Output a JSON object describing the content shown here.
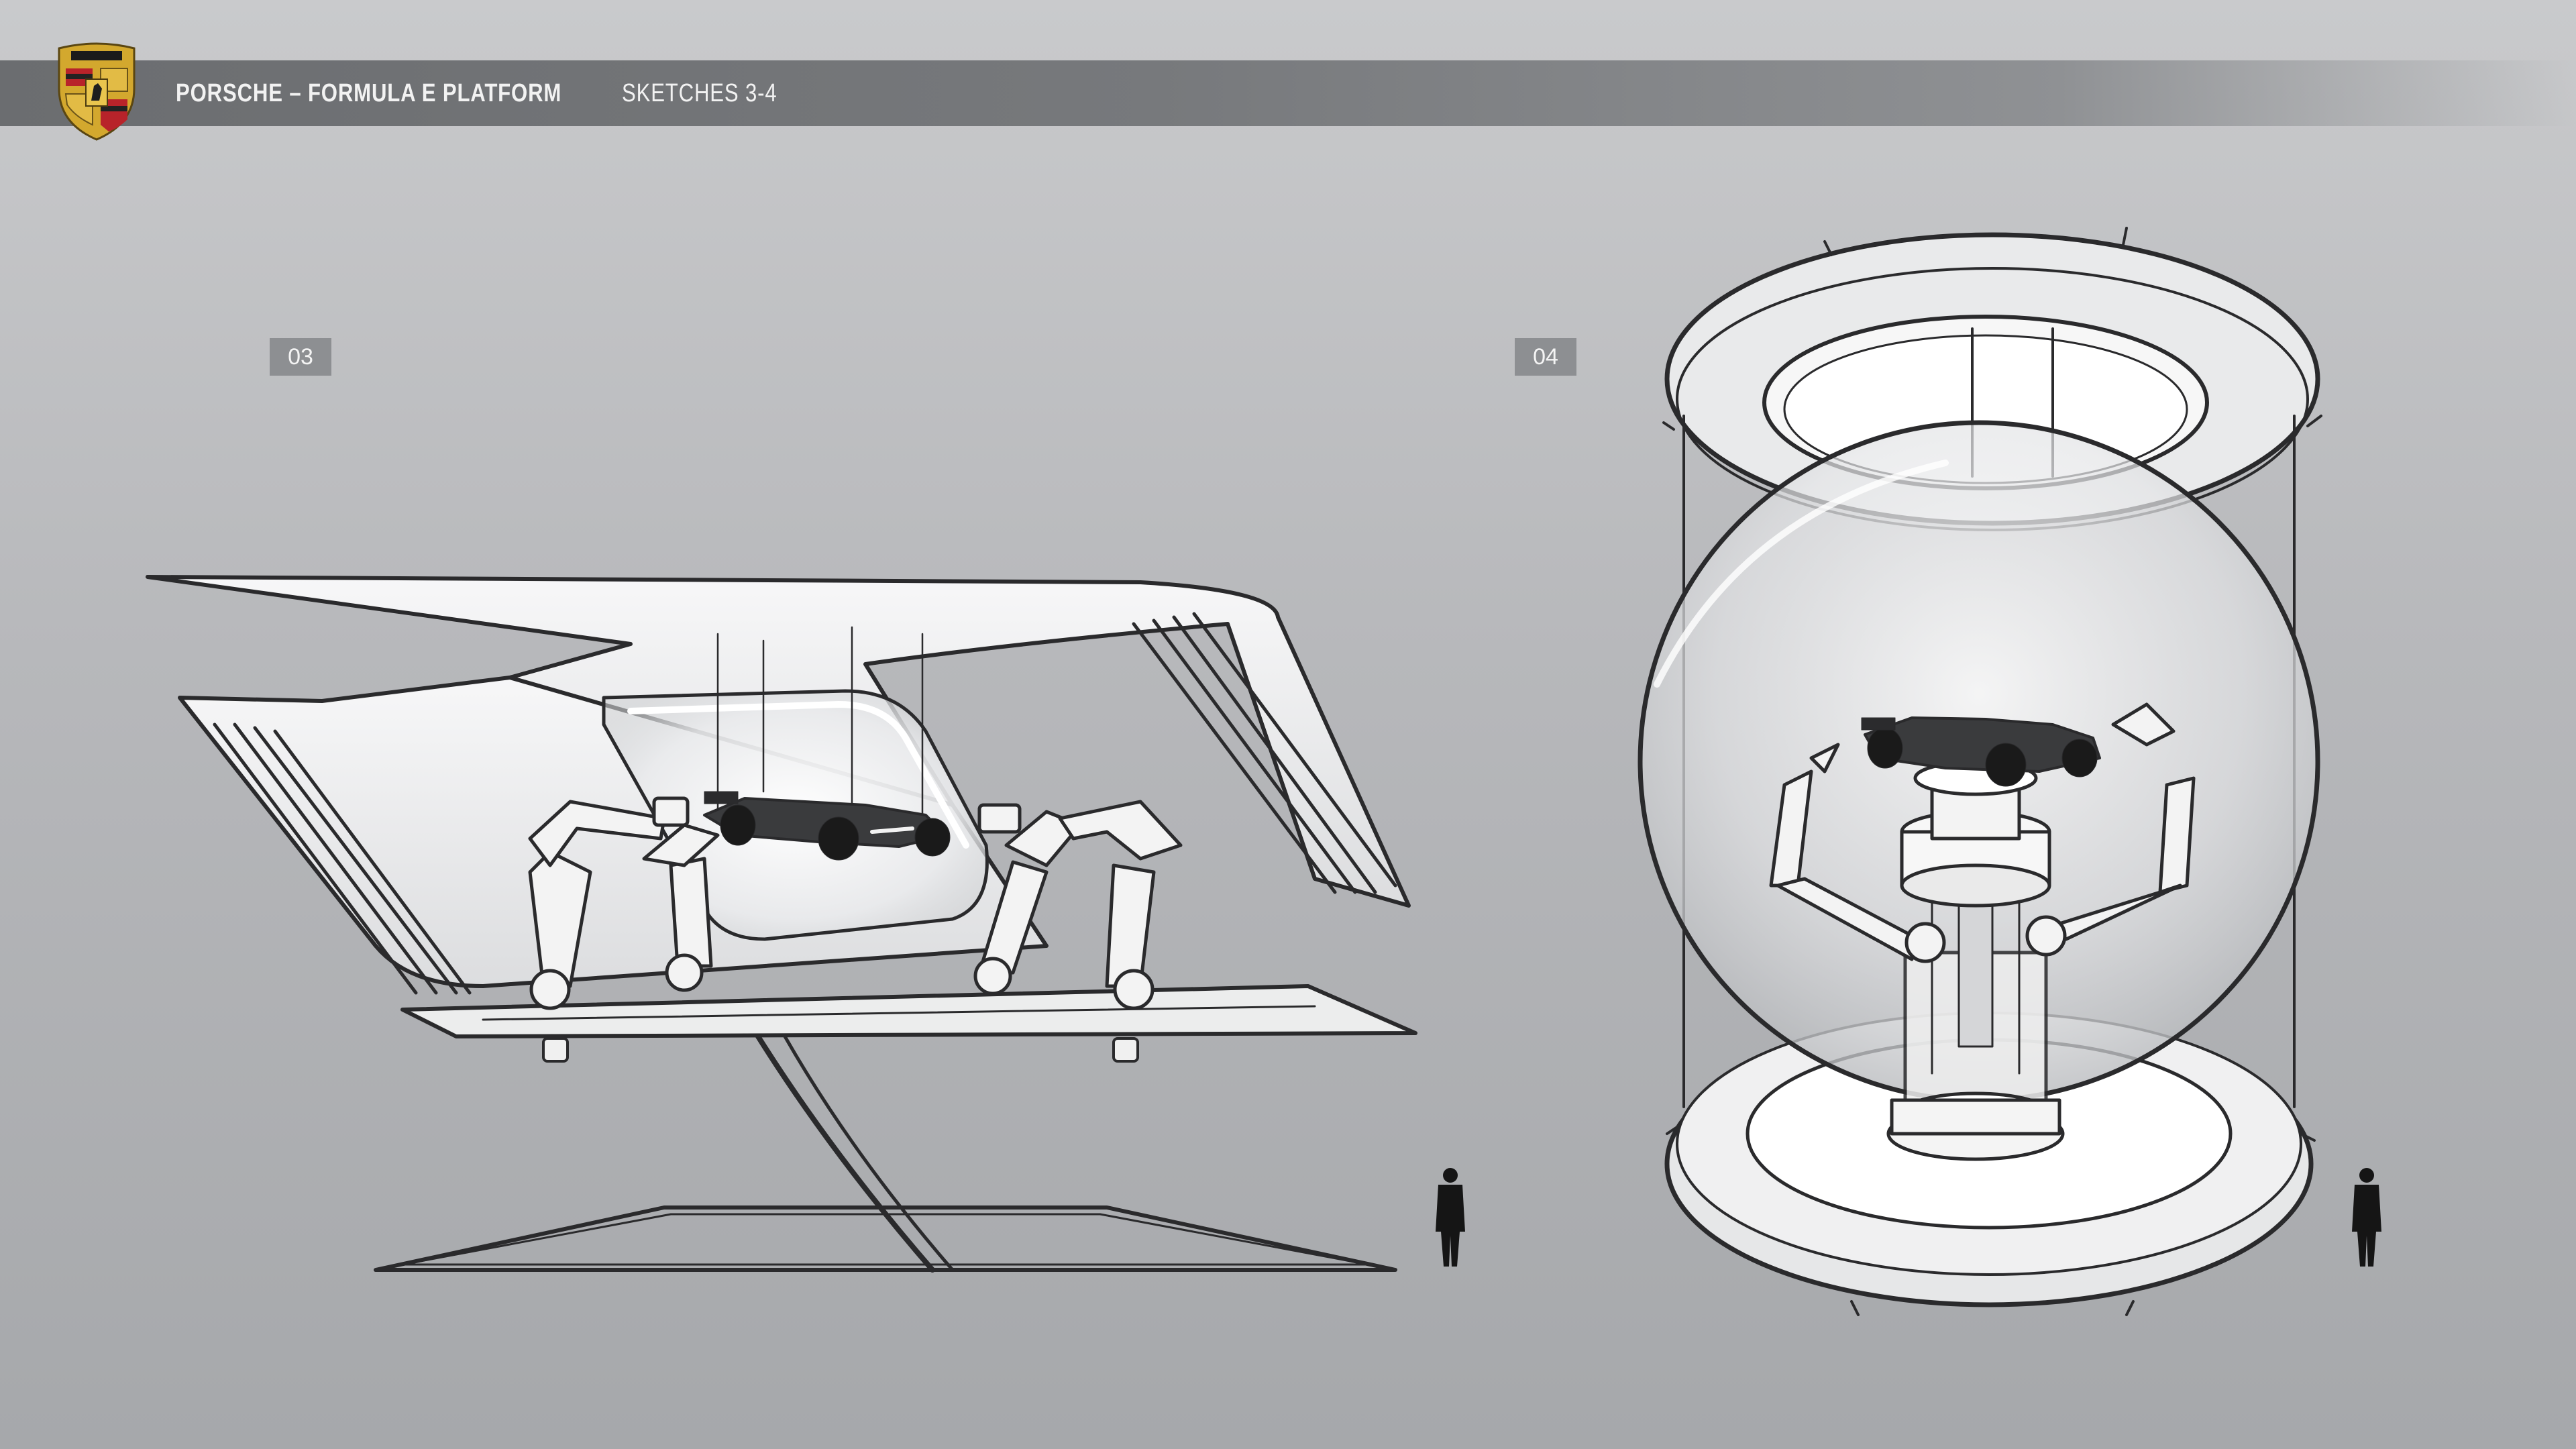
{
  "header": {
    "title": "PORSCHE – FORMULA E PLATFORM",
    "subtitle": "SKETCHES 3-4",
    "logo_icon": "porsche-crest-icon"
  },
  "sketches": [
    {
      "label": "03",
      "kind": "floating-canopy-platform"
    },
    {
      "label": "04",
      "kind": "glass-sphere-display"
    }
  ],
  "colors": {
    "background_top": "#c9cacc",
    "background_bottom": "#a6a8ab",
    "title_bar": "#6b6d70",
    "title_text": "#f2f2f2",
    "tag_fill": "#8d8f92",
    "ink": "#2a2a2c",
    "crest_gold": "#d3a82e",
    "crest_red": "#b8232a"
  }
}
